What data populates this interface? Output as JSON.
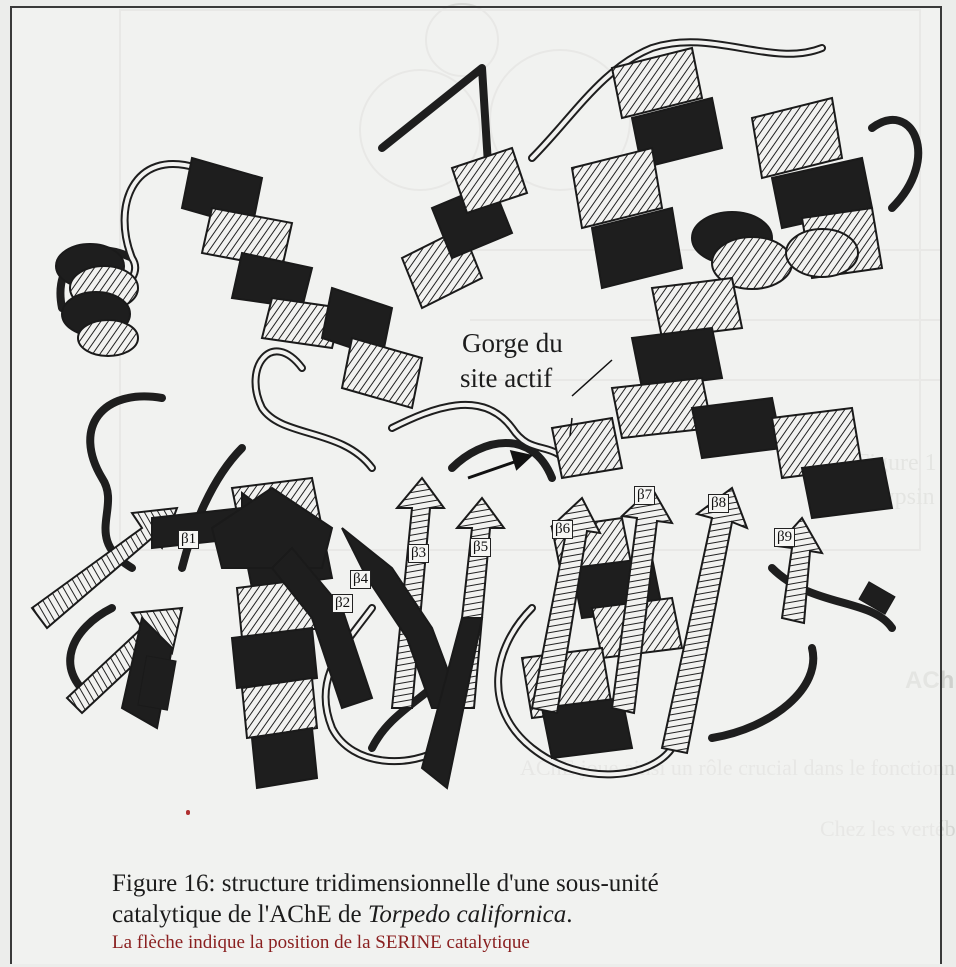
{
  "figure": {
    "gorge_label_line1": "Gorge du",
    "gorge_label_line2": "site actif",
    "strands": [
      {
        "id": "b1",
        "label": "β1"
      },
      {
        "id": "b2",
        "label": "β2"
      },
      {
        "id": "b3",
        "label": "β3"
      },
      {
        "id": "b4",
        "label": "β4"
      },
      {
        "id": "b5",
        "label": "β5"
      },
      {
        "id": "b6",
        "label": "β6"
      },
      {
        "id": "b7",
        "label": "β7"
      },
      {
        "id": "b8",
        "label": "β8"
      },
      {
        "id": "b9",
        "label": "β9"
      }
    ]
  },
  "caption": {
    "line1": "Figure 16: structure tridimensionnelle d'une sous-unité",
    "line2_prefix": "catalytique de l'AChE de ",
    "line2_species": "Torpedo californica",
    "line2_suffix": ".",
    "note": "La flèche indique la position de la SERINE catalytique"
  },
  "bleed_text": {
    "line1": "Figure 1",
    "line2": "(trypsin",
    "heading": "AChE",
    "para1": "AChE joue ainsi un rôle crucial dans le fonctionnement",
    "para2": "Chez les vertébrés"
  },
  "colors": {
    "paper": "#ecedeb",
    "ink": "#1c1c1c",
    "frame": "#3a3a3a",
    "note": "#8a2020"
  }
}
